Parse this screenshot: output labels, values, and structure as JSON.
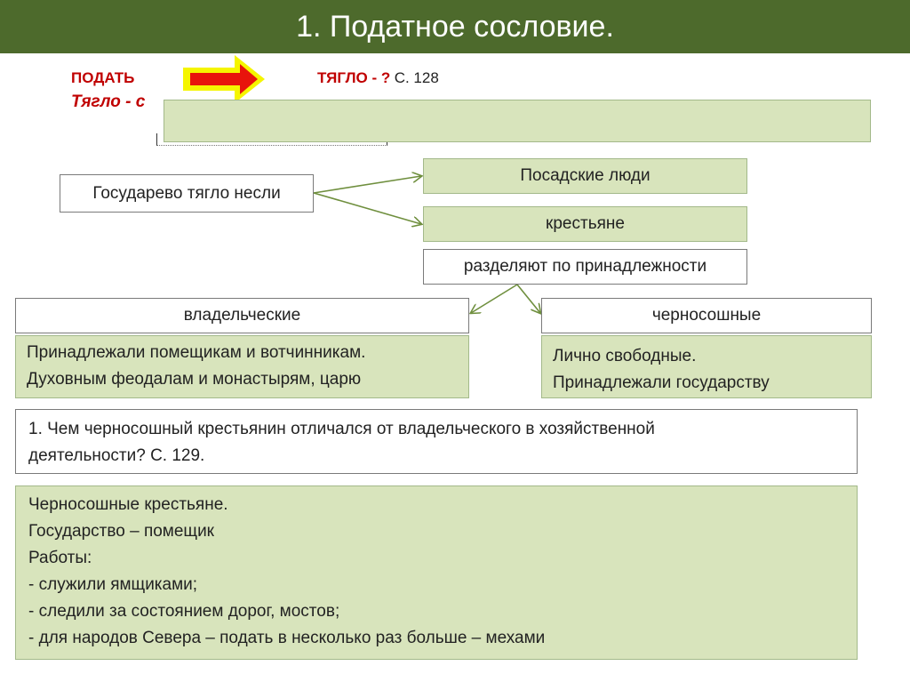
{
  "header": {
    "title": "1. Податное сословие."
  },
  "top_row": {
    "podat": "ПОДАТЬ",
    "tyaglo_label": "ТЯГЛО - ?",
    "tyaglo_page": "С. 128",
    "tyaglo_def_start": "Тягло - с"
  },
  "arrow": {
    "fill": "#e8140c",
    "outline": "#f5f500"
  },
  "boxes": {
    "gosudarevo": "Государево тягло несли",
    "posadskie": "Посадские люди",
    "krestyane": "крестьяне",
    "razdelyayut": "разделяют по принадлежности",
    "vladelcheskie": "владельческие",
    "chernososhnye": "черносошные",
    "vladelcheskie_desc": [
      "Принадлежали помещикам и вотчинникам.",
      "Духовным феодалам и монастырям, царю"
    ],
    "chernososhnye_desc": [
      "Лично свободные.",
      "Принадлежали государству"
    ],
    "question": [
      "1. Чем черносошный крестьянин отличался от владельческого в хозяйственной",
      "деятельности? С. 129."
    ],
    "answer": [
      "Черносошные крестьяне.",
      "Государство – помещик",
      "Работы:",
      "- служили ямщиками;",
      "- следили за состоянием дорог, мостов;",
      "- для народов Севера – подать в несколько раз больше – мехами"
    ]
  },
  "colors": {
    "title_bar": "#4d6a2c",
    "green_fill": "#d8e4bc",
    "connector": "#6f8f3e",
    "accent_red": "#c00000"
  }
}
